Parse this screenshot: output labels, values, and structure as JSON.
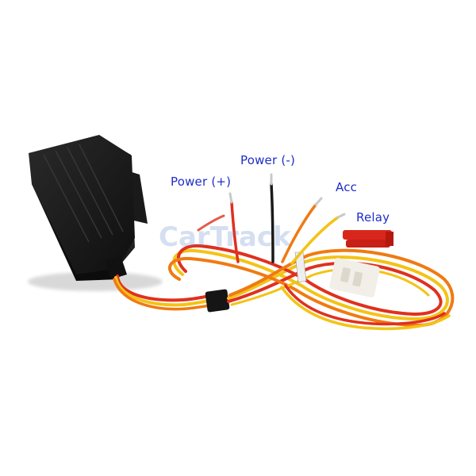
{
  "labels": {
    "power_plus": "Power (+)",
    "power_minus": "Power (-)",
    "acc": "Acc",
    "relay": "Relay"
  },
  "watermark": {
    "text": "CarTrack"
  },
  "colors": {
    "label": "#1f2ec8",
    "device_body": "#151515",
    "wire_red": "#e0301e",
    "wire_orange": "#f07a12",
    "wire_yellow": "#f3c316",
    "wire_black": "#1a1a1a",
    "connector_white": "#f1efe8",
    "connector_red": "#d9261c"
  }
}
